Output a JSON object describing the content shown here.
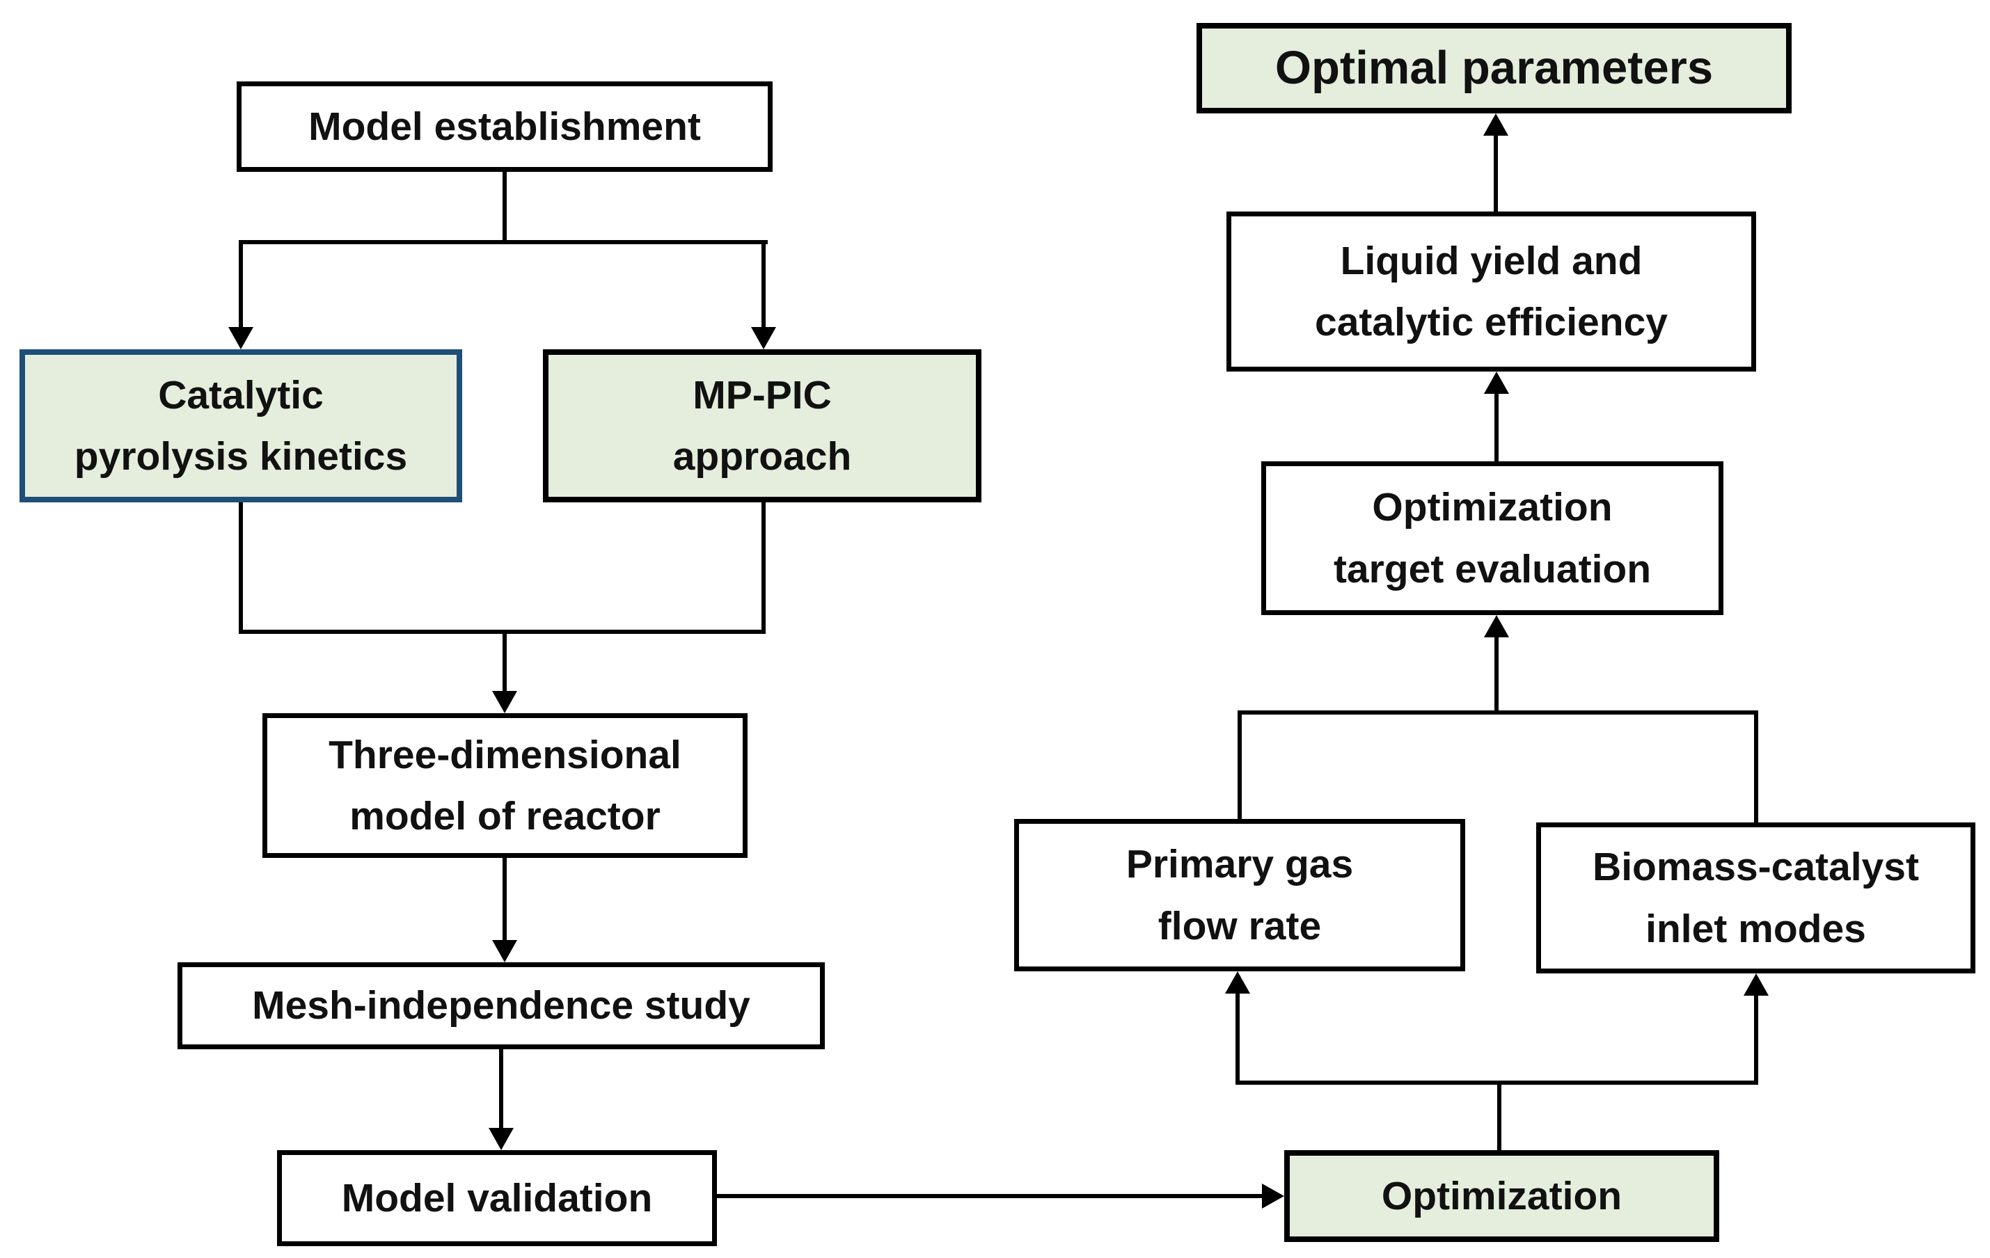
{
  "nodes": {
    "model_establishment": {
      "label": "Model establishment"
    },
    "catalytic_pyrolysis_kinetics": {
      "label": "Catalytic\npyrolysis kinetics"
    },
    "mp_pic_approach": {
      "label": "MP-PIC\napproach"
    },
    "three_dimensional_model": {
      "label": "Three-dimensional\nmodel of reactor"
    },
    "mesh_independence_study": {
      "label": "Mesh-independence study"
    },
    "model_validation": {
      "label": "Model validation"
    },
    "optimal_parameters": {
      "label": "Optimal parameters"
    },
    "liquid_yield": {
      "label": "Liquid yield and\ncatalytic efficiency"
    },
    "optimization_target_evaluation": {
      "label": "Optimization\ntarget evaluation"
    },
    "primary_gas_flow_rate": {
      "label": "Primary gas\nflow rate"
    },
    "biomass_catalyst_inlet_modes": {
      "label": "Biomass-catalyst\ninlet modes"
    },
    "optimization": {
      "label": "Optimization"
    }
  },
  "colors": {
    "box_fill_green": "#e5eedd",
    "box_border_blue": "#1f4e79",
    "box_border_black": "#000000",
    "line_color": "#000000",
    "background": "#ffffff"
  }
}
